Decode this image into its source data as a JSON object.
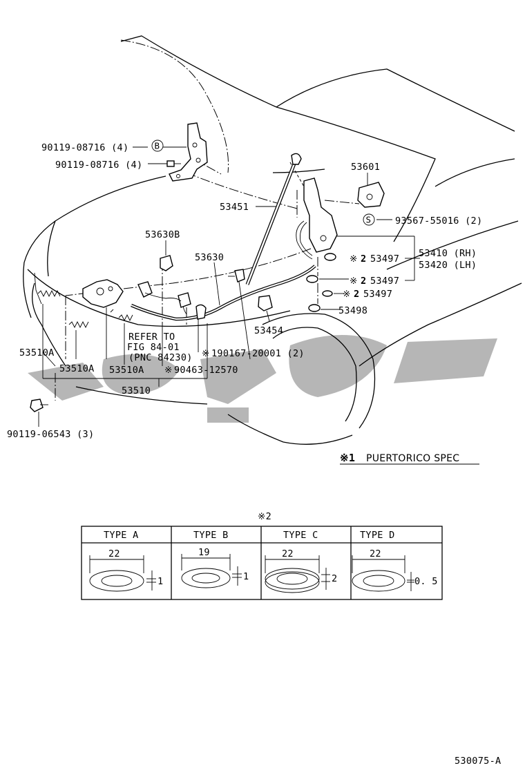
{
  "callouts": {
    "p90119_08716_b": "90119-08716 (4)",
    "p90119_08716": "90119-08716 (4)",
    "p53451": "53451",
    "p53601": "53601",
    "p93567": "93567-55016 (2)",
    "p53630b": "53630B",
    "p53630": "53630",
    "p53410": "53410 (RH)",
    "p53420": "53420 (LH)",
    "p53497_a": "53497",
    "p53497_b": "53497",
    "p53497_c": "53497",
    "p53498": "53498",
    "p53454": "53454",
    "refer_1": "REFER TO",
    "refer_2": "FIG 84-01",
    "refer_3": "(PNC 84230)",
    "p90167": "190167-20001 (2)",
    "p90463": "90463-12570",
    "p53510a_1": "53510A",
    "p53510a_2": "53510A",
    "p53510a_3": "53510A",
    "p53510": "53510",
    "p90119_06543": "90119-06543 (3)"
  },
  "marks": {
    "b_circle": "B",
    "s_circle": "S",
    "ref_mark": "※",
    "mark2": "2"
  },
  "note": {
    "mark": "※1",
    "text": "PUERTORICO SPEC"
  },
  "table": {
    "title": "※2",
    "types": [
      {
        "name": "TYPE  A",
        "diameter": "22",
        "thickness": "1"
      },
      {
        "name": "TYPE  B",
        "diameter": "19",
        "thickness": "1"
      },
      {
        "name": "TYPE  C",
        "diameter": "22",
        "thickness": "2"
      },
      {
        "name": "TYPE  D",
        "diameter": "22",
        "thickness": "0. 5"
      }
    ]
  },
  "figure_code": "530075-A"
}
